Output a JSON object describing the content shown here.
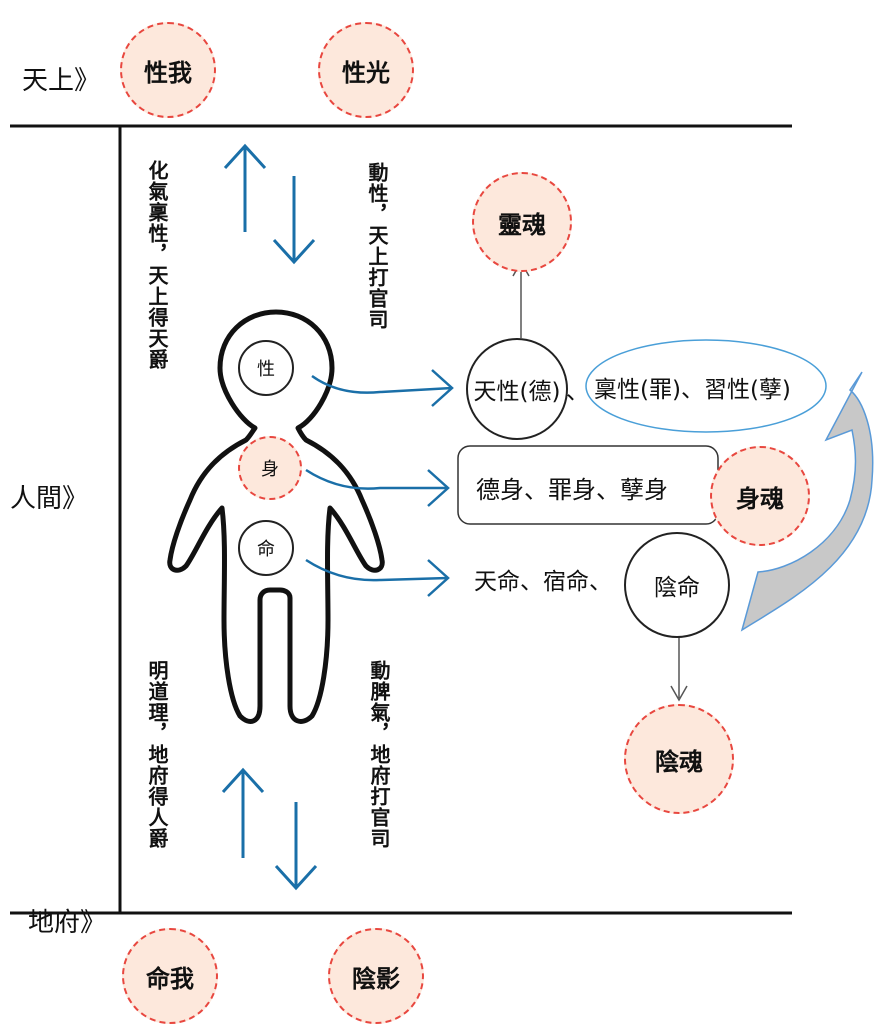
{
  "realms": {
    "heaven": "天上》",
    "human": "人間》",
    "underworld": "地府》"
  },
  "top_circles": [
    "性我",
    "性光"
  ],
  "bottom_circles": [
    "命我",
    "陰影"
  ],
  "upper_left_text": "化氣稟性，天上得天爵",
  "upper_right_text": "動性，天上打官司",
  "lower_left_text": "明道理，地府得人爵",
  "lower_right_text": "動脾氣，地府打官司",
  "body_parts": {
    "nature": "性",
    "body": "身",
    "fate": "命"
  },
  "nature_row": {
    "main": "天性(德)",
    "separator": "、",
    "rest": "稟性(罪)、習性(孽)"
  },
  "body_row": {
    "text": "德身、罪身、孽身"
  },
  "fate_row": {
    "prefix": "天命、宿命、",
    "circled": "陰命"
  },
  "souls": {
    "spirit": "靈魂",
    "body": "身魂",
    "yin": "陰魂"
  },
  "colors": {
    "dashed_fill": "#fde8dc",
    "dashed_stroke": "#e8473f",
    "arrow_blue": "#1a6fa8",
    "cycle_gray": "#c8c8c8",
    "cycle_stroke": "#5a9ad8"
  }
}
